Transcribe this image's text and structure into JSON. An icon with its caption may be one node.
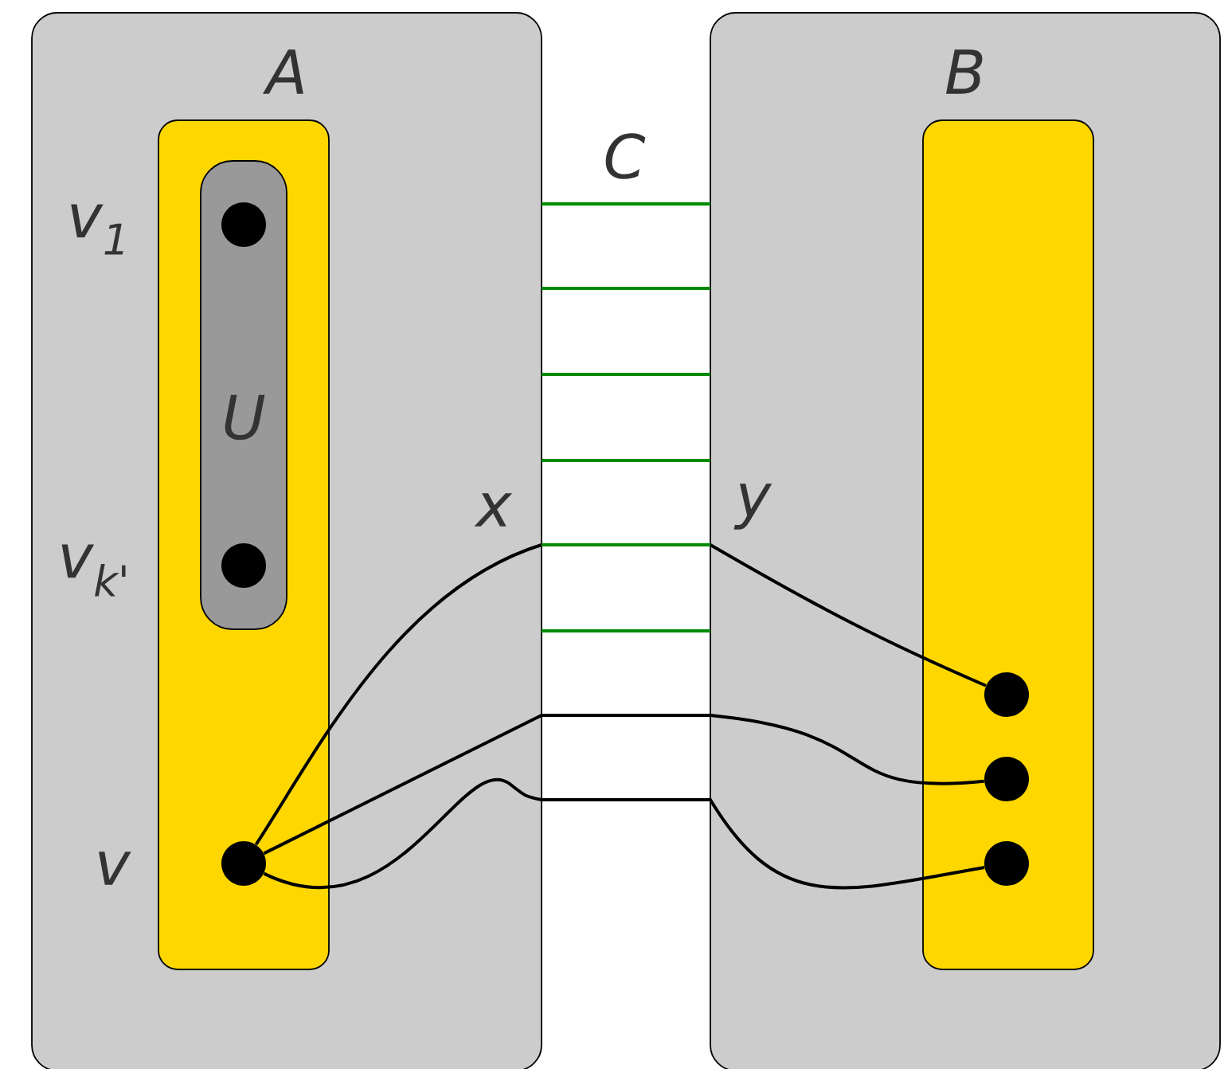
{
  "diagram": {
    "nodes": [
      {
        "text": [
          "A"
        ]
      },
      {
        "text": [],
        "shape": "bar",
        "in": 0
      },
      {
        "text": [
          "U"
        ],
        "in": 1
      },
      {
        "text": [],
        "shape": "circle",
        "in": 2,
        "beside": [
          "v$_{1}$"
        ]
      },
      {
        "text": [],
        "shape": "circle",
        "in": 2,
        "beside": [
          "v$_{k'}$"
        ]
      },
      {
        "text": [],
        "shape": "circle",
        "in": 1,
        "beside": [
          "v"
        ]
      },
      {
        "text": [
          "B"
        ]
      },
      {
        "text": [],
        "shape": "bar",
        "in": 6
      },
      {
        "text": [],
        "shape": "circle",
        "in": 7
      },
      {
        "text": [],
        "shape": "circle",
        "in": 7
      },
      {
        "text": [],
        "shape": "circle",
        "in": 7
      }
    ],
    "edges": [
      {
        "from": 0,
        "to": 6,
        "arrow": "none",
        "color": "#008a00"
      },
      {
        "from": 0,
        "to": 6,
        "arrow": "none",
        "color": "#008a00"
      },
      {
        "from": 0,
        "to": 6,
        "arrow": "none",
        "color": "#008a00"
      },
      {
        "from": 0,
        "to": 6,
        "arrow": "none",
        "color": "#008a00"
      },
      {
        "from": 0,
        "to": 6,
        "arrow": "none",
        "color": "#008a00"
      },
      {
        "from": 0,
        "to": 6,
        "arrow": "none",
        "color": "#008a00"
      },
      {
        "from": 5,
        "to": 8,
        "arrow": "none",
        "color": "#000000"
      },
      {
        "from": 5,
        "to": 9,
        "arrow": "none",
        "color": "#000000"
      },
      {
        "from": 5,
        "to": 10,
        "arrow": "none",
        "color": "#000000"
      }
    ],
    "labels": [
      "C",
      "x",
      "y"
    ]
  }
}
